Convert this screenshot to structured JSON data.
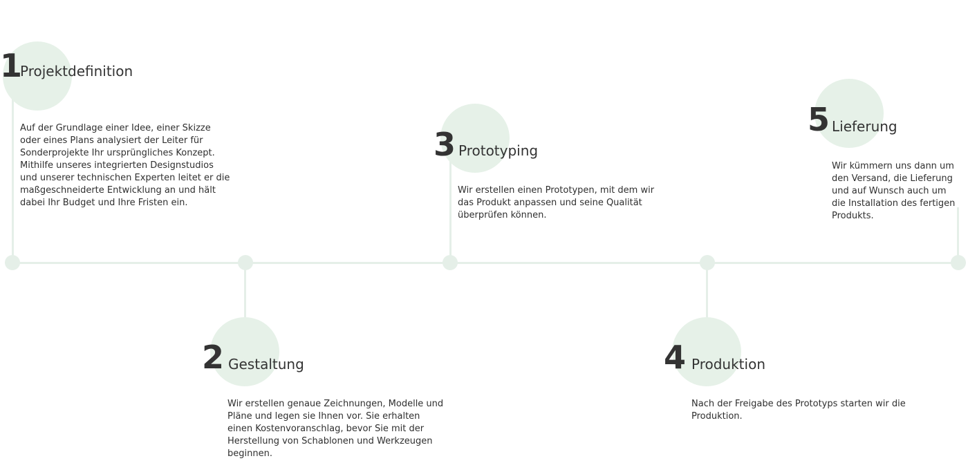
{
  "colors": {
    "accent": "#e6f1e8",
    "line": "#e5efe8",
    "text": "#333333"
  },
  "steps": [
    {
      "number": "1",
      "title": "Projektdefinition",
      "description": "Auf der Grundlage einer Idee, einer Skizze oder eines Plans analysiert der Leiter für Sonderprojekte Ihr ursprüngliches Konzept. Mithilfe unseres integrierten Designstudios und unserer technischen Experten leitet er die maßgeschneiderte Entwicklung an und hält dabei Ihr Budget und Ihre Fristen ein."
    },
    {
      "number": "2",
      "title": "Gestaltung",
      "description": "Wir erstellen genaue Zeichnungen, Modelle und Pläne und legen sie Ihnen vor. Sie erhalten einen Kostenvoranschlag, bevor Sie mit der Herstellung von Schablonen und Werkzeugen beginnen."
    },
    {
      "number": "3",
      "title": "Prototyping",
      "description": "Wir erstellen einen Prototypen, mit dem wir das Produkt anpassen und seine Qualität überprüfen können."
    },
    {
      "number": "4",
      "title": "Produktion",
      "description": "Nach der Freigabe des Prototyps starten wir die Produktion."
    },
    {
      "number": "5",
      "title": "Lieferung",
      "description": "Wir kümmern uns dann um den Versand, die Lieferung und auf Wunsch auch um die Installation des fertigen Produkts."
    }
  ]
}
